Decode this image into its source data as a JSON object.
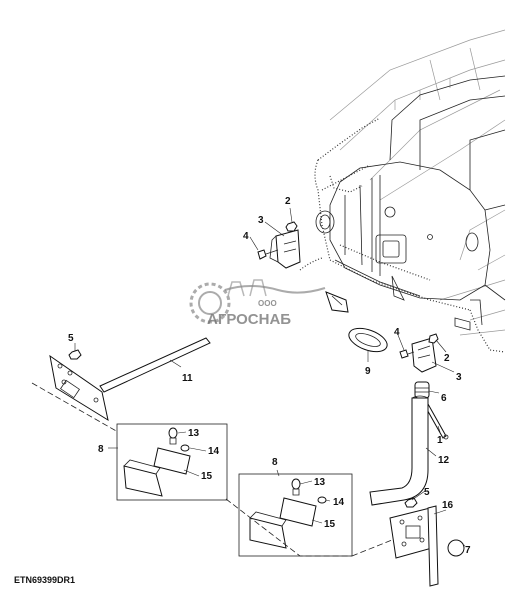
{
  "callouts": {
    "c1": "1",
    "c2a": "2",
    "c2b": "2",
    "c3a": "3",
    "c3b": "3",
    "c4a": "4",
    "c4b": "4",
    "c5a": "5",
    "c5b": "5",
    "c6": "6",
    "c7": "7",
    "c8a": "8",
    "c8b": "8",
    "c9": "9",
    "c11": "11",
    "c12": "12",
    "c13a": "13",
    "c13b": "13",
    "c14a": "14",
    "c14b": "14",
    "c15a": "15",
    "c15b": "15",
    "c16": "16"
  },
  "reference_code": "ETN69399DR1",
  "watermark": {
    "brand": "АГРОСНАБ",
    "prefix": "ООО"
  }
}
